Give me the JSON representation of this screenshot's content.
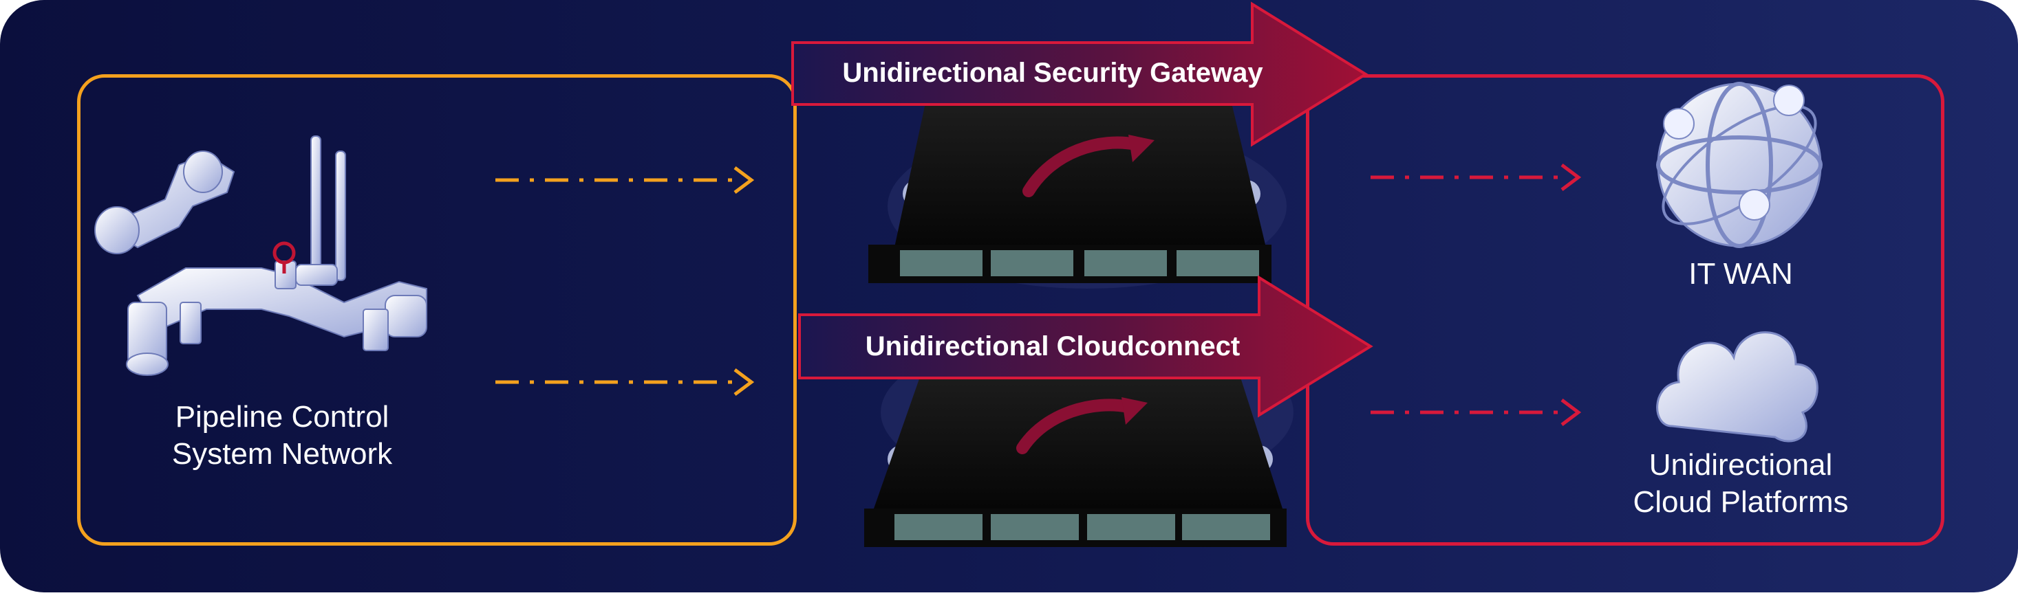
{
  "colors": {
    "background": "#0b0f3d",
    "source_border": "#f4a11e",
    "destination_border": "#d8193b",
    "arrow_fill": "#8a0f33",
    "device_body": "#111111",
    "icon_fill": "#c9d2f2"
  },
  "source": {
    "label": "Pipeline Control\nSystem Network",
    "icon": "pipeline-icon"
  },
  "gateways": [
    {
      "label": "Unidirectional Security Gateway",
      "device": "security-gateway-appliance"
    },
    {
      "label": "Unidirectional Cloudconnect",
      "device": "cloudconnect-appliance"
    }
  ],
  "destinations": [
    {
      "label": "IT WAN",
      "icon": "globe-icon"
    },
    {
      "label": "Unidirectional\nCloud Platforms",
      "icon": "cloud-icon"
    }
  ]
}
